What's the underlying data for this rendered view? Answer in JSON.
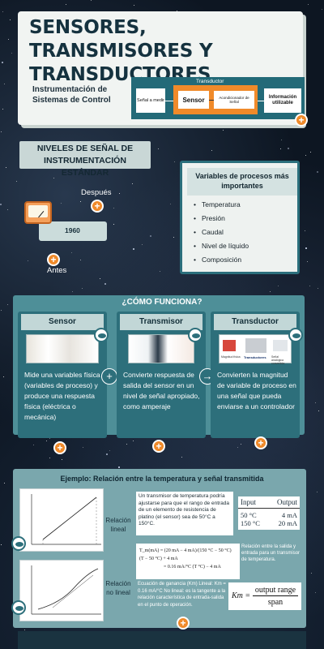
{
  "header": {
    "title": "SENSORES, TRANSMISORES Y TRANSDUCTORES",
    "subtitle": "Instrumentación de Sistemas de Control"
  },
  "block_diagram": {
    "panel_title": "Transductor",
    "input": "Señal a medir",
    "sensor": "Sensor",
    "conditioner": "Acondicionador de Señal",
    "output": "Información utilizable"
  },
  "niveles": {
    "title": "NIVELES DE SEÑAL DE INSTRUMENTACIÓN ESTÁNDAR",
    "after_label": "Después",
    "before_label": "Antes",
    "year": "1960"
  },
  "variables": {
    "title": "Variables de procesos más importantes",
    "items": [
      "Temperatura",
      "Presión",
      "Caudal",
      "Nivel de líquido",
      "Composición"
    ]
  },
  "como_funciona": {
    "title": "¿CÓMO FUNCIONA?",
    "columns": [
      {
        "heading": "Sensor",
        "text": "Mide una variables física (variables de proceso) y produce una respuesta física (eléctrica o mecánica)"
      },
      {
        "heading": "Transmisor",
        "text": "Convierte respuesta de salida del sensor en un nivel de señal apropiado, como amperaje"
      },
      {
        "heading": "Transductor",
        "text": "Convierten la magnitud de variable de proceso en una señal que pueda enviarse a un controlador"
      }
    ],
    "op_plus": "+",
    "op_arrow": "→",
    "transductor_img_labels": [
      "Magnitud física",
      "Transductores",
      "Señal analógica convertida"
    ]
  },
  "ejemplo": {
    "title": "Ejemplo: Relación entre la temperatura y señal transmitida",
    "linear_label": "Relación lineal",
    "nonlinear_label": "Relación no lineal",
    "description": "Un transmisor de temperatura podría ajustarse para que el rango de entrada de un elemento de resistencia de platino (el sensor) sea de 50°C a 150°C.",
    "table": {
      "headers": [
        "Input",
        "Output"
      ],
      "rows": [
        [
          "50 °C",
          "4 mA"
        ],
        [
          "150 °C",
          "20 mA"
        ]
      ]
    },
    "formula_line1": "T_m(mA) = (20 mA − 4 mA)/(150 °C − 50 °C) (T − 50 °C) + 4 mA",
    "formula_line2": "= 0.16 mA/°C (T °C) − 4 mA",
    "relation_note": "Relación entre la salida y entrada para un transmisor de temperatura.",
    "gain_text": "Ecuación de ganancia (Km) Lineal: Km = 0.16 mA/°C No lineal: es la tangente a la relación característica de entrada-salida en el punto de operación.",
    "km_lhs": "Km =",
    "km_num": "output range",
    "km_den": "span"
  },
  "colors": {
    "accent_orange": "#f08a2a",
    "teal_dark": "#2d6f7b",
    "teal_light": "#4e8f98",
    "card_light": "#eef2f0"
  }
}
